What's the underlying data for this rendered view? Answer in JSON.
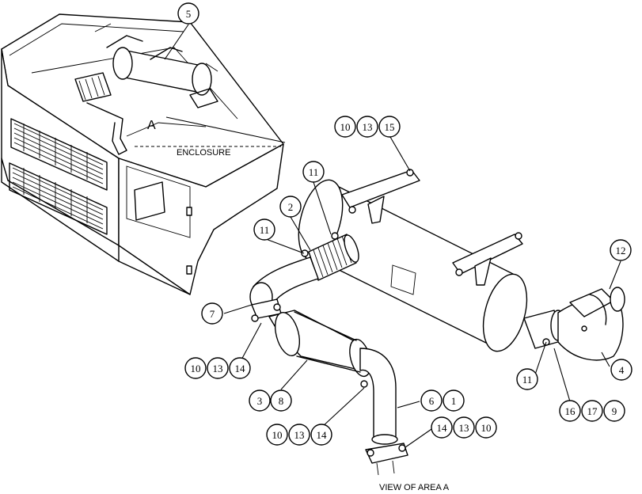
{
  "labels": {
    "enclosure": "ENCLOSURE",
    "area_marker": "A",
    "view_caption": "VIEW OF AREA  A"
  },
  "callouts": {
    "c_5": [
      "5"
    ],
    "c_10_13_15": [
      "10",
      "13",
      "15"
    ],
    "c_11_top": [
      "11"
    ],
    "c_2": [
      "2"
    ],
    "c_11_left": [
      "11"
    ],
    "c_12": [
      "12"
    ],
    "c_7": [
      "7"
    ],
    "c_10_13_14_left": [
      "10",
      "13",
      "14"
    ],
    "c_4": [
      "4"
    ],
    "c_11_right": [
      "11"
    ],
    "c_3_8": [
      "3",
      "8"
    ],
    "c_16_17_9": [
      "16",
      "17",
      "9"
    ],
    "c_6_1": [
      "6",
      "1"
    ],
    "c_14_13_10": [
      "14",
      "13",
      "10"
    ],
    "c_10_13_14_bottom": [
      "10",
      "13",
      "14"
    ]
  }
}
